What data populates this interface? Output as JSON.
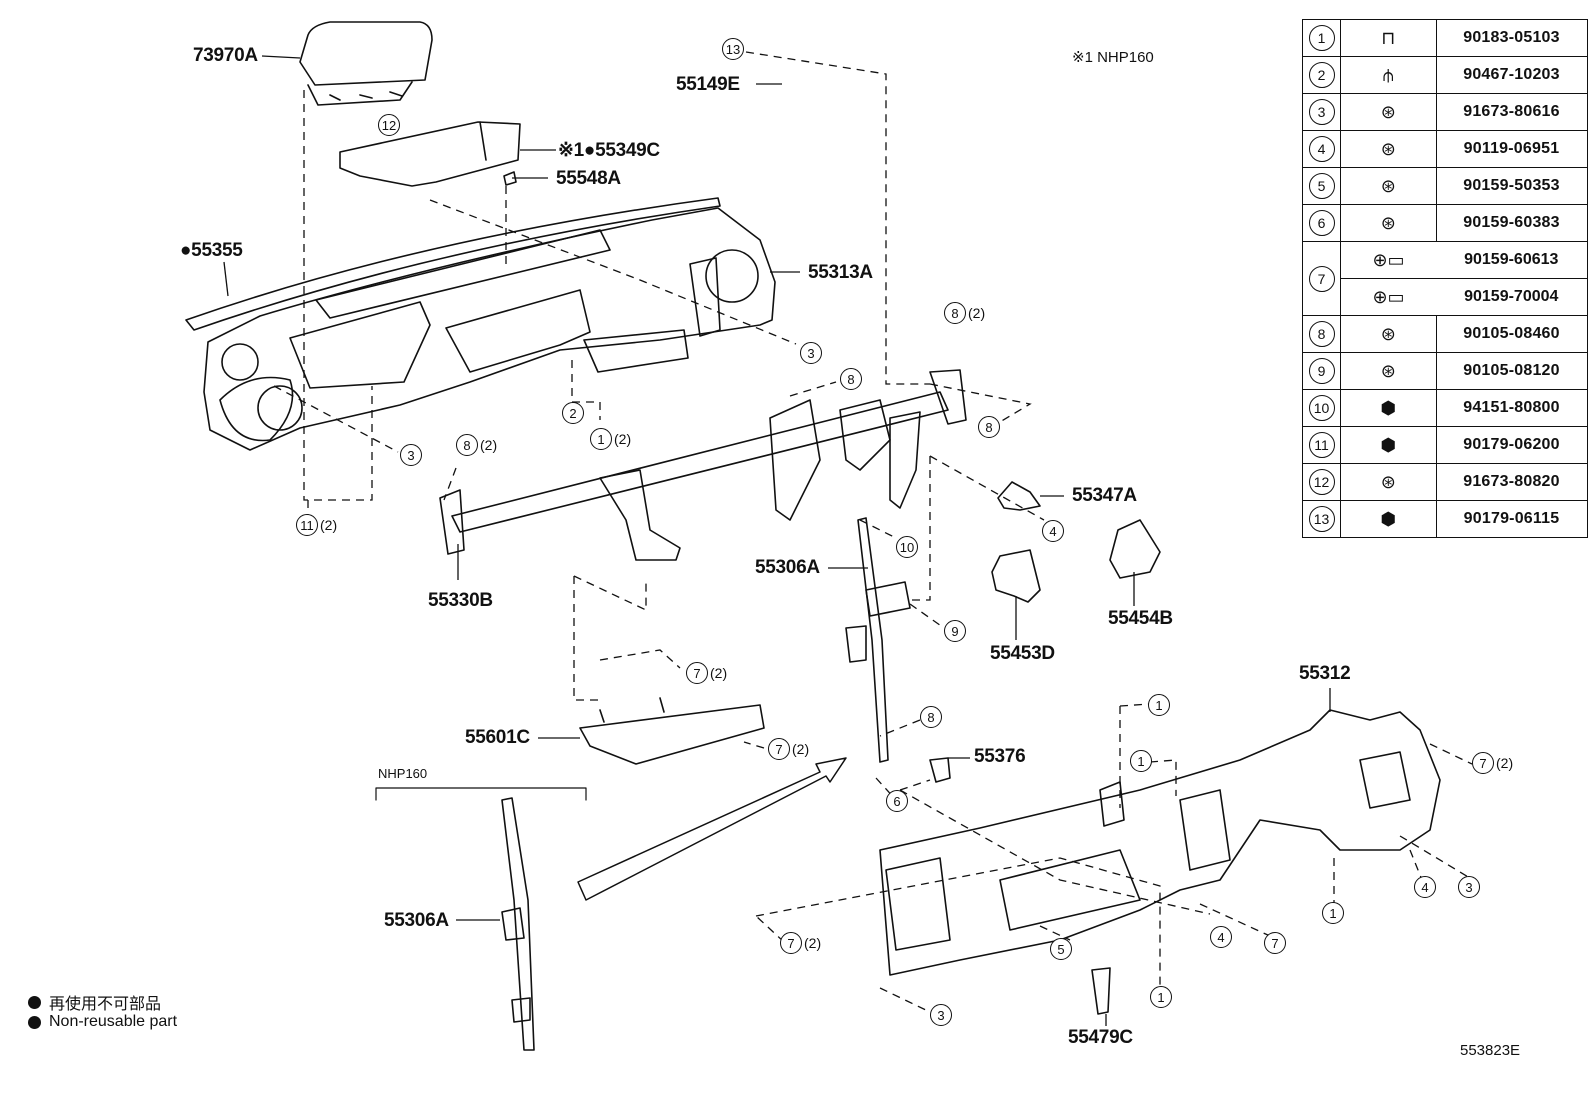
{
  "note": "※1 NHP160",
  "variant_label": "NHP160",
  "diagram_id": "553823E",
  "legend": [
    {
      "symbol": "●",
      "text": "再使用不可部品"
    },
    {
      "symbol": "●",
      "text": "Non-reusable part"
    }
  ],
  "part_labels": {
    "p73970A": "73970A",
    "p55149E": "55149E",
    "p55349C": "※1●55349C",
    "p55548A": "55548A",
    "p55355": "●55355",
    "p55313A": "55313A",
    "p55347A": "55347A",
    "p55330B": "55330B",
    "p55306A_1": "55306A",
    "p55453D": "55453D",
    "p55454B": "55454B",
    "p55312": "55312",
    "p55601C": "55601C",
    "p55376": "55376",
    "p55306A_2": "55306A",
    "p55479C": "55479C"
  },
  "callouts": [
    {
      "n": "13",
      "q": ""
    },
    {
      "n": "12",
      "q": ""
    },
    {
      "n": "3",
      "q": ""
    },
    {
      "n": "2",
      "q": ""
    },
    {
      "n": "1",
      "q": "(2)"
    },
    {
      "n": "8",
      "q": "(2)"
    },
    {
      "n": "8",
      "q": ""
    },
    {
      "n": "8",
      "q": ""
    },
    {
      "n": "3",
      "q": ""
    },
    {
      "n": "8",
      "q": "(2)"
    },
    {
      "n": "11",
      "q": "(2)"
    },
    {
      "n": "4",
      "q": ""
    },
    {
      "n": "10",
      "q": ""
    },
    {
      "n": "9",
      "q": ""
    },
    {
      "n": "7",
      "q": "(2)"
    },
    {
      "n": "7",
      "q": "(2)"
    },
    {
      "n": "8",
      "q": ""
    },
    {
      "n": "6",
      "q": ""
    },
    {
      "n": "1",
      "q": ""
    },
    {
      "n": "1",
      "q": ""
    },
    {
      "n": "7",
      "q": "(2)"
    },
    {
      "n": "4",
      "q": ""
    },
    {
      "n": "3",
      "q": ""
    },
    {
      "n": "1",
      "q": ""
    },
    {
      "n": "4",
      "q": ""
    },
    {
      "n": "7",
      "q": ""
    },
    {
      "n": "7",
      "q": "(2)"
    },
    {
      "n": "5",
      "q": ""
    },
    {
      "n": "1",
      "q": ""
    },
    {
      "n": "3",
      "q": ""
    }
  ],
  "parts_table": [
    {
      "idx": "1",
      "icon": "clip-icon",
      "pn": "90183-05103"
    },
    {
      "idx": "2",
      "icon": "clip-icon",
      "pn": "90467-10203"
    },
    {
      "idx": "3",
      "icon": "screw-icon",
      "pn": "91673-80616"
    },
    {
      "idx": "4",
      "icon": "screw-icon",
      "pn": "90119-06951"
    },
    {
      "idx": "5",
      "icon": "screw-icon",
      "pn": "90159-50353"
    },
    {
      "idx": "6",
      "icon": "screw-icon",
      "pn": "90159-60383"
    },
    {
      "idx": "7",
      "icon": "bolt-icon",
      "pn": "90159-60613",
      "pn2": "90159-70004"
    },
    {
      "idx": "8",
      "icon": "screw-icon",
      "pn": "90105-08460"
    },
    {
      "idx": "9",
      "icon": "screw-icon",
      "pn": "90105-08120"
    },
    {
      "idx": "10",
      "icon": "nut-icon",
      "pn": "94151-80800"
    },
    {
      "idx": "11",
      "icon": "nut-icon",
      "pn": "90179-06200"
    },
    {
      "idx": "12",
      "icon": "screw-icon",
      "pn": "91673-80820"
    },
    {
      "idx": "13",
      "icon": "nut-icon",
      "pn": "90179-06115"
    }
  ]
}
